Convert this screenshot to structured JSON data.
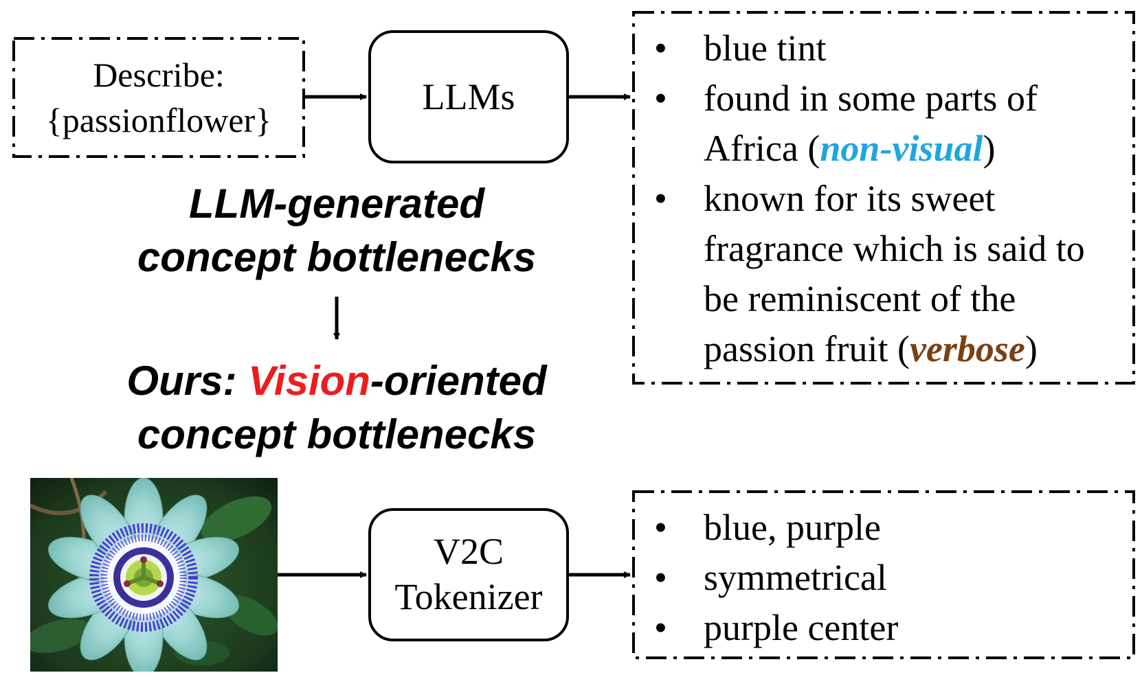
{
  "prompt": {
    "line1": "Describe:",
    "line2": "{passionflower}"
  },
  "llm_box": {
    "label": "LLMs"
  },
  "heading_top": {
    "line1": "LLM-generated",
    "line2": "concept bottlenecks"
  },
  "heading_bottom": {
    "prefix": "Ours: ",
    "highlight": "Vision",
    "suffix": "-oriented",
    "line2": "concept bottlenecks"
  },
  "llm_concepts": [
    {
      "text": "blue tint"
    },
    {
      "text": "found in some parts of Africa (",
      "tag": "non-visual",
      "close": ")"
    },
    {
      "text": "known for its sweet fragrance which is said to be reminiscent of the passion fruit (",
      "tag": "verbose",
      "close": ")"
    }
  ],
  "v2c_box": {
    "line1": "V2C",
    "line2": "Tokenizer"
  },
  "v2c_concepts": [
    "blue, purple",
    "symmetrical",
    "purple center"
  ],
  "colors": {
    "non_visual": "#1ea6e0",
    "verbose": "#7a3f12",
    "vision_highlight": "#ee1c1c"
  }
}
